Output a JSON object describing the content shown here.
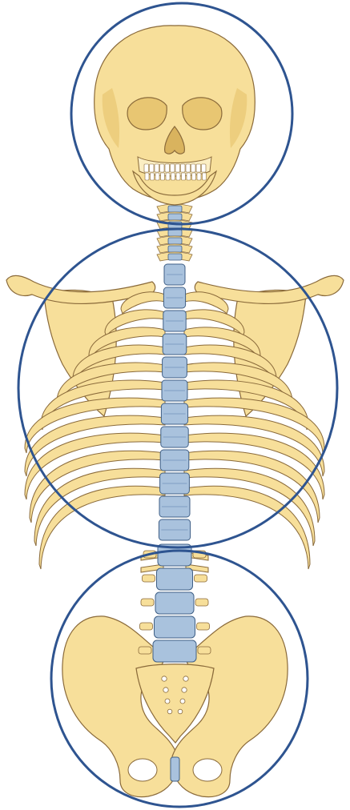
{
  "diagram": {
    "colors": {
      "bone_fill": "#f7df9a",
      "bone_light": "#fbeec3",
      "bone_shadow": "#e8c672",
      "bone_outline": "#8a6a3a",
      "spine_fill": "#a9c2dd",
      "spine_shadow": "#7f9fc2",
      "spine_outline": "#3f5f86",
      "circle_stroke": "#2e5490",
      "background": "#ffffff"
    },
    "regions": [
      {
        "name": "skull-region",
        "structures": [
          "skull",
          "mandible",
          "cervical-vertebrae"
        ]
      },
      {
        "name": "thorax-region",
        "structures": [
          "clavicle",
          "scapula",
          "ribs",
          "thoracic-vertebrae"
        ]
      },
      {
        "name": "pelvis-region",
        "structures": [
          "lumbar-vertebrae",
          "pelvis",
          "sacrum",
          "pubic-symphysis"
        ]
      }
    ],
    "vertebrae": {
      "cervical": 7,
      "thoracic": 12,
      "lumbar": 5
    },
    "rib_pairs": 12
  }
}
